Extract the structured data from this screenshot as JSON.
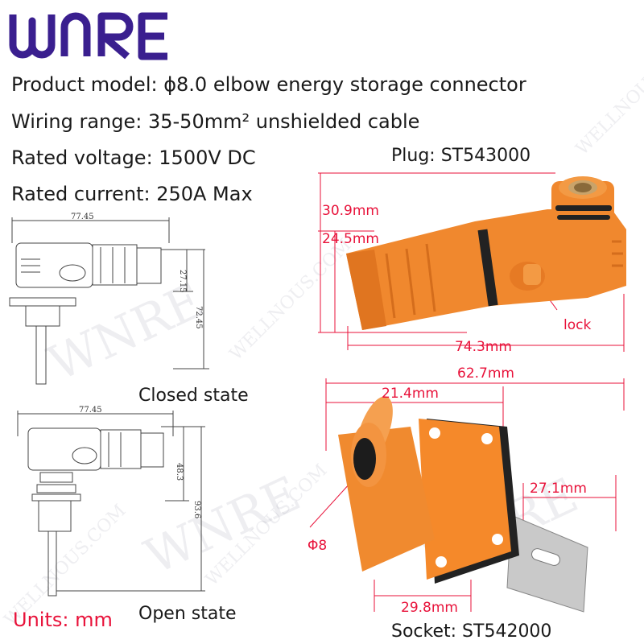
{
  "brand": {
    "logo_text": "WNRE",
    "color": "#3a1f8f"
  },
  "specs": {
    "model": "Product model: ϕ8.0 elbow energy storage connector",
    "wiring": "Wiring range: 35-50mm² unshielded cable",
    "voltage": "Rated voltage: 1500V DC",
    "current": "Rated current: 250A Max"
  },
  "plug": {
    "title": "Plug: ST543000",
    "dim_height_outer": "30.9mm",
    "dim_height_inner": "24.5mm",
    "dim_length": "74.3mm",
    "lock_label": "lock"
  },
  "socket": {
    "title": "Socket: ST542000",
    "dim_overall": "62.7mm",
    "dim_partial": "21.4mm",
    "dim_tab": "27.1mm",
    "dim_bore": "Φ8",
    "dim_flange": "29.8mm"
  },
  "drawings": {
    "closed_caption": "Closed state",
    "open_caption": "Open state",
    "closed_width": "77.45",
    "closed_height_small": "27.15",
    "closed_height_total": "72.45",
    "open_width": "77.45",
    "open_height_small": "48.3",
    "open_height_total": "93.6"
  },
  "units": {
    "text": "Units: mm",
    "color": "#e8123a"
  },
  "watermarks": {
    "brand": "WNRE",
    "site": "WELLNOUS.COM"
  },
  "colors": {
    "accent_red": "#e8123a",
    "connector_orange": "#f0882e",
    "socket_orange": "#f5892a"
  }
}
